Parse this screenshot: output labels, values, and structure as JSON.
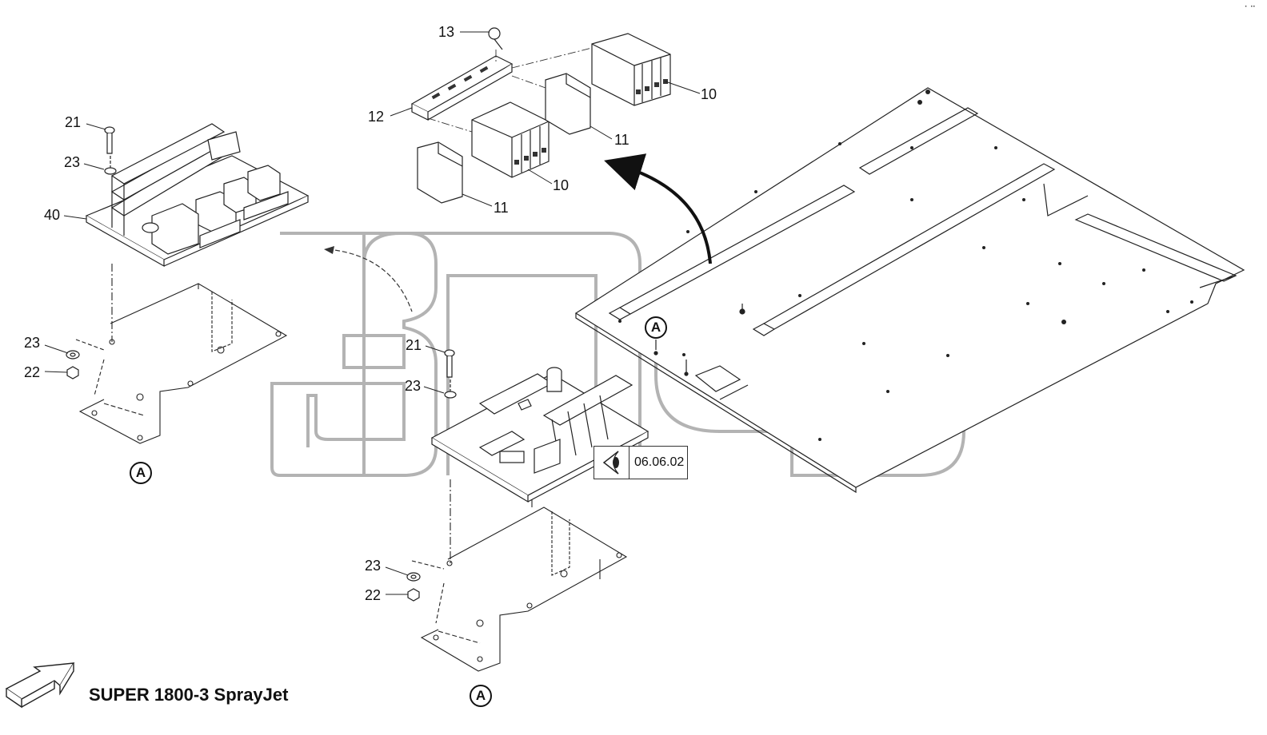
{
  "diagram": {
    "title": "SUPER 1800-3 SprayJet",
    "reference": "06.06.02",
    "circle_label": "A",
    "corner_mark": "⠂⠒",
    "watermark": "TM",
    "callouts": {
      "c13": "13",
      "c12": "12",
      "c10a": "10",
      "c10b": "10",
      "c11a": "11",
      "c11b": "11",
      "c21a": "21",
      "c23a": "23",
      "c40": "40",
      "c23b": "23",
      "c22a": "22",
      "c21b": "21",
      "c23c": "23",
      "c23d": "23",
      "c22b": "22"
    }
  }
}
